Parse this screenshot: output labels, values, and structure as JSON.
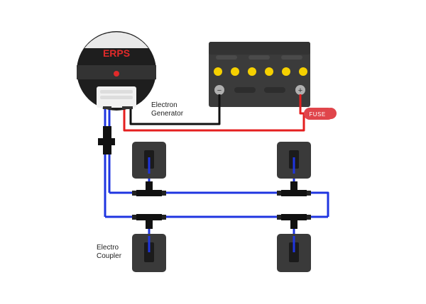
{
  "generator": {
    "brand": "ERPS",
    "label_line1": "Electron",
    "label_line2": "Generator"
  },
  "coupler": {
    "label_line1": "Electro",
    "label_line2": "Coupler"
  },
  "battery": {
    "negative_symbol": "−",
    "positive_symbol": "+",
    "cell_indicator_count": 6
  },
  "fuse": {
    "label": "FUSE"
  },
  "colors": {
    "wire_red": "#e41f1f",
    "wire_black": "#111111",
    "wire_blue": "#1f35e0",
    "battery_body": "#3b3b3b",
    "indicator_yellow": "#f5d000",
    "fuse_red": "#e0454b",
    "pad": "#3a3a3a",
    "brand_red": "#e02a2a"
  },
  "icons": [
    "battery-icon",
    "fuse-icon",
    "tee-connector-icon",
    "electrode-pad-icon"
  ]
}
